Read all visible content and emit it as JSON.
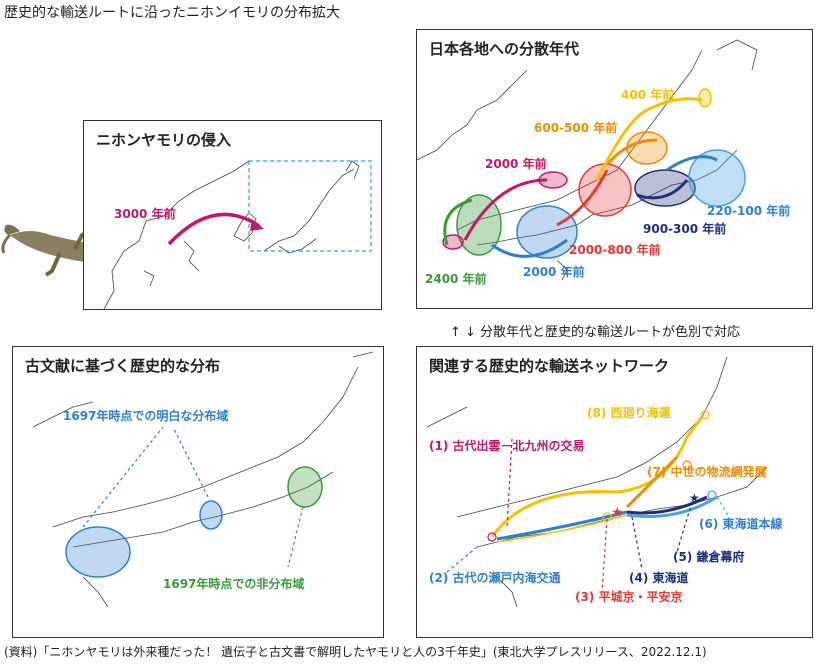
{
  "header": {
    "title": "歴史的な輸送ルートに沿ったニホンイモリの分布拡大"
  },
  "panels": {
    "invasion": {
      "title": "ニホンヤモリの侵入",
      "label_3000": "3000 年前"
    },
    "dispersal": {
      "title": "日本各地への分散年代",
      "labels": {
        "y400": "400 年前",
        "y600_500": "600-500 年前",
        "y2000a": "2000 年前",
        "y2000_800": "2000-800 年前",
        "y900_300": "900-300 年前",
        "y220_100": "220-100 年前",
        "y2400": "2400 年前",
        "y2000b": "2000 年前"
      }
    },
    "literature": {
      "title": "古文献に基づく歴史的な分布",
      "present": "1697年時点での明白な分布域",
      "absent": "1697年時点での非分布域"
    },
    "network": {
      "title": "関連する歴史的な輸送ネットワーク",
      "routes": {
        "r8": "(8) 西廻り海運",
        "r1": "(1) 古代出雲－北九州の交易",
        "r7": "(7) 中世の物流網発展",
        "r6": "(6) 東海道本線",
        "r5": "(5) 鎌倉幕府",
        "r2": "(2) 古代の瀬戸内海交通",
        "r4": "(4) 東海道",
        "r3": "(3) 平城京・平安京"
      }
    }
  },
  "middle_note": "↑ ↓ 分散年代と歴史的な輸送ルートが色別で対応",
  "source": "(資料)「ニホンヤモリは外来種だった！ 遺伝子と古文書で解明したヤモリと人の3千年史」(東北大学プレスリリース、2022.12.1)",
  "colors": {
    "magenta": "#c2186b",
    "green": "#3a9a3a",
    "blue": "#2f7fd0",
    "red": "#e53935",
    "orange": "#f08c00",
    "yellow": "#f2c200",
    "navy": "#1f2f7a",
    "skyblue": "#4aa3e0"
  }
}
